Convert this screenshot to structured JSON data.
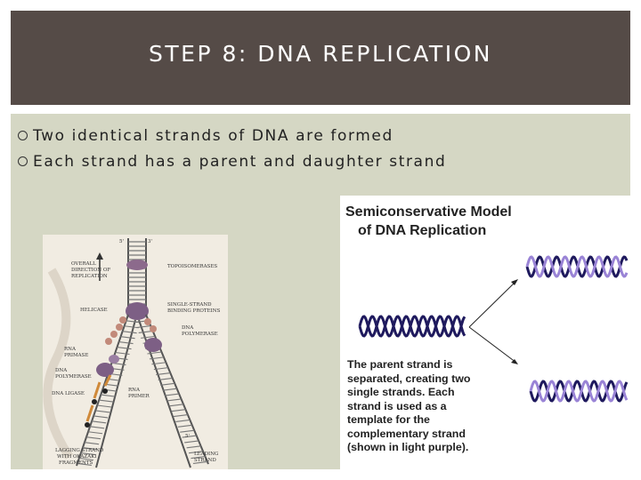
{
  "slide": {
    "title": "STEP 8: DNA REPLICATION",
    "bullets": [
      "Two identical strands of DNA are formed",
      "Each strand has a parent and daughter strand"
    ]
  },
  "fork_figure": {
    "labels": {
      "five_prime": "5'",
      "three_prime": "3'",
      "direction": [
        "OVERALL",
        "DIRECTION OF",
        "REPLICATION"
      ],
      "topoisomerases": "TOPOISOMERASES",
      "helicase": "HELICASE",
      "ssb": [
        "SINGLE-STRAND",
        "BINDING PROTEINS"
      ],
      "dna_polymerase_right": [
        "DNA",
        "POLYMERASE"
      ],
      "rna_primase": [
        "RNA",
        "PRIMASE"
      ],
      "dna_polymerase_left": [
        "DNA",
        "POLYMERASE"
      ],
      "dna_ligase": "DNA LIGASE",
      "rna_primer": [
        "RNA",
        "PRIMER"
      ],
      "lagging_strand": [
        "LAGGING STRAND",
        "WITH OKAZAKI",
        "FRAGMENTS"
      ],
      "leading_strand": [
        "LEADING",
        "STRAND"
      ]
    }
  },
  "model_figure": {
    "title_line1": "Semiconservative Model",
    "title_line2": "of DNA Replication",
    "description": "The parent strand is separated, creating two single strands. Each strand is used as a template for the complementary strand (shown in light purple).",
    "colors": {
      "parent": "#1f1a5e",
      "daughter": "#9a84d6"
    }
  }
}
